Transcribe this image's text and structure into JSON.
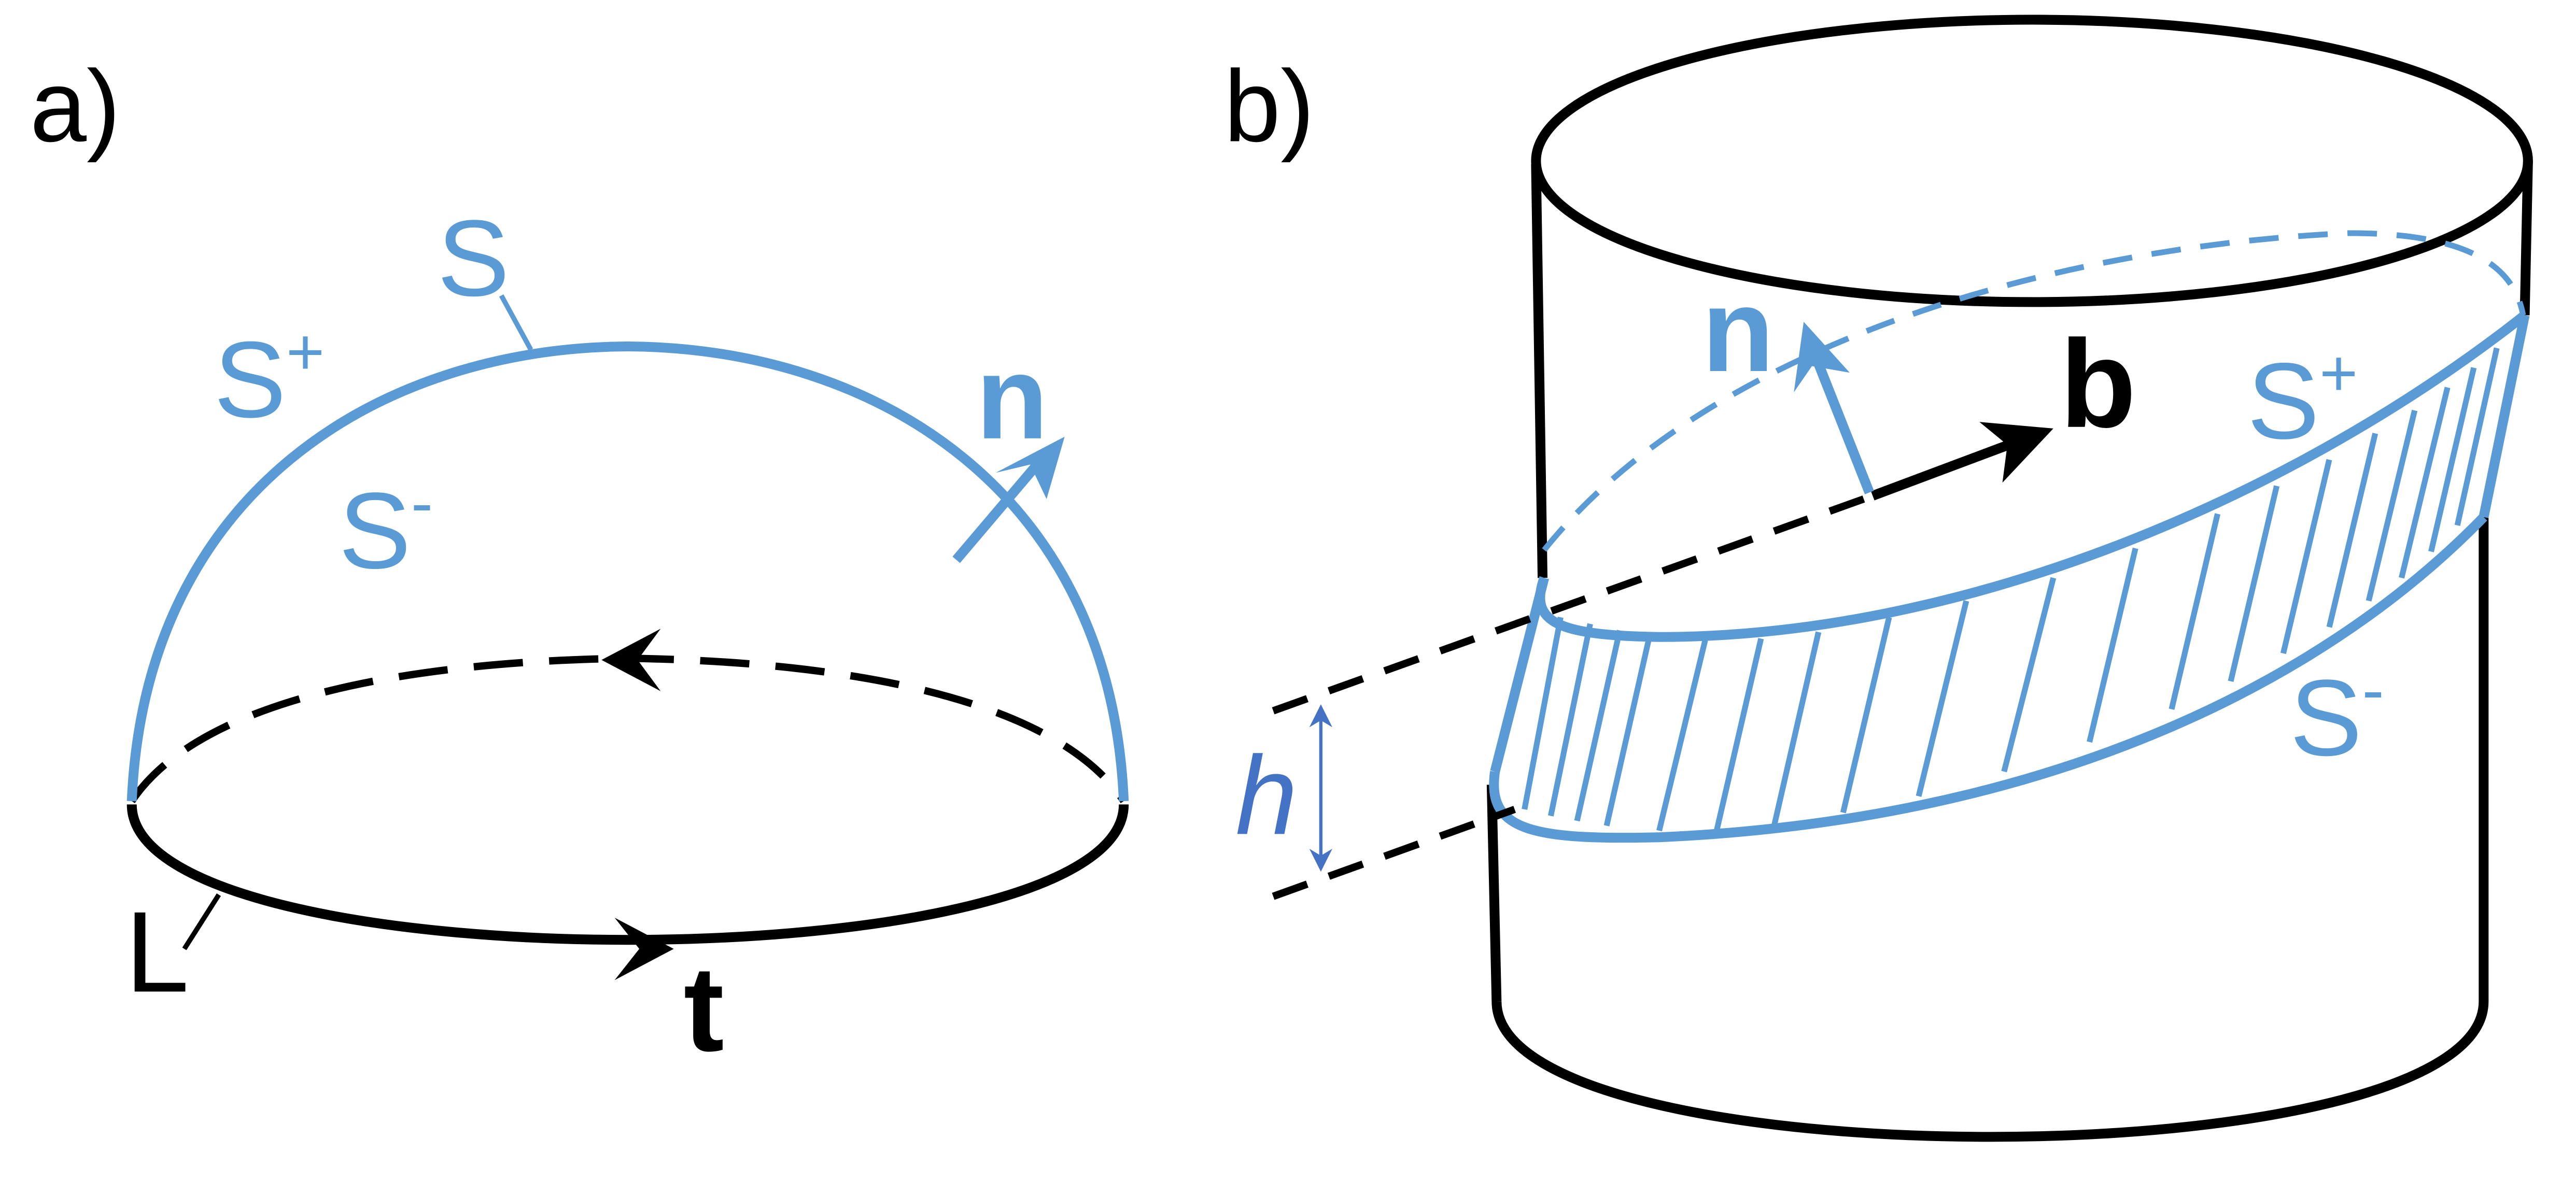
{
  "panel_a": {
    "label": "a)",
    "surface_label": "S",
    "surface_upper": "S",
    "surface_upper_sup": "+",
    "surface_lower": "S",
    "surface_lower_sup": "-",
    "normal_label": "n",
    "contour_label": "L",
    "tangent_label": "t"
  },
  "panel_b": {
    "label": "b)",
    "normal_label": "n",
    "burgers_label": "b",
    "surface_upper": "S",
    "surface_upper_sup": "+",
    "surface_lower": "S",
    "surface_lower_sup": "-",
    "height_label": "h"
  },
  "colors": {
    "blue": "#5b9bd5",
    "black": "#000000",
    "arrow_blue": "#4472c4"
  }
}
